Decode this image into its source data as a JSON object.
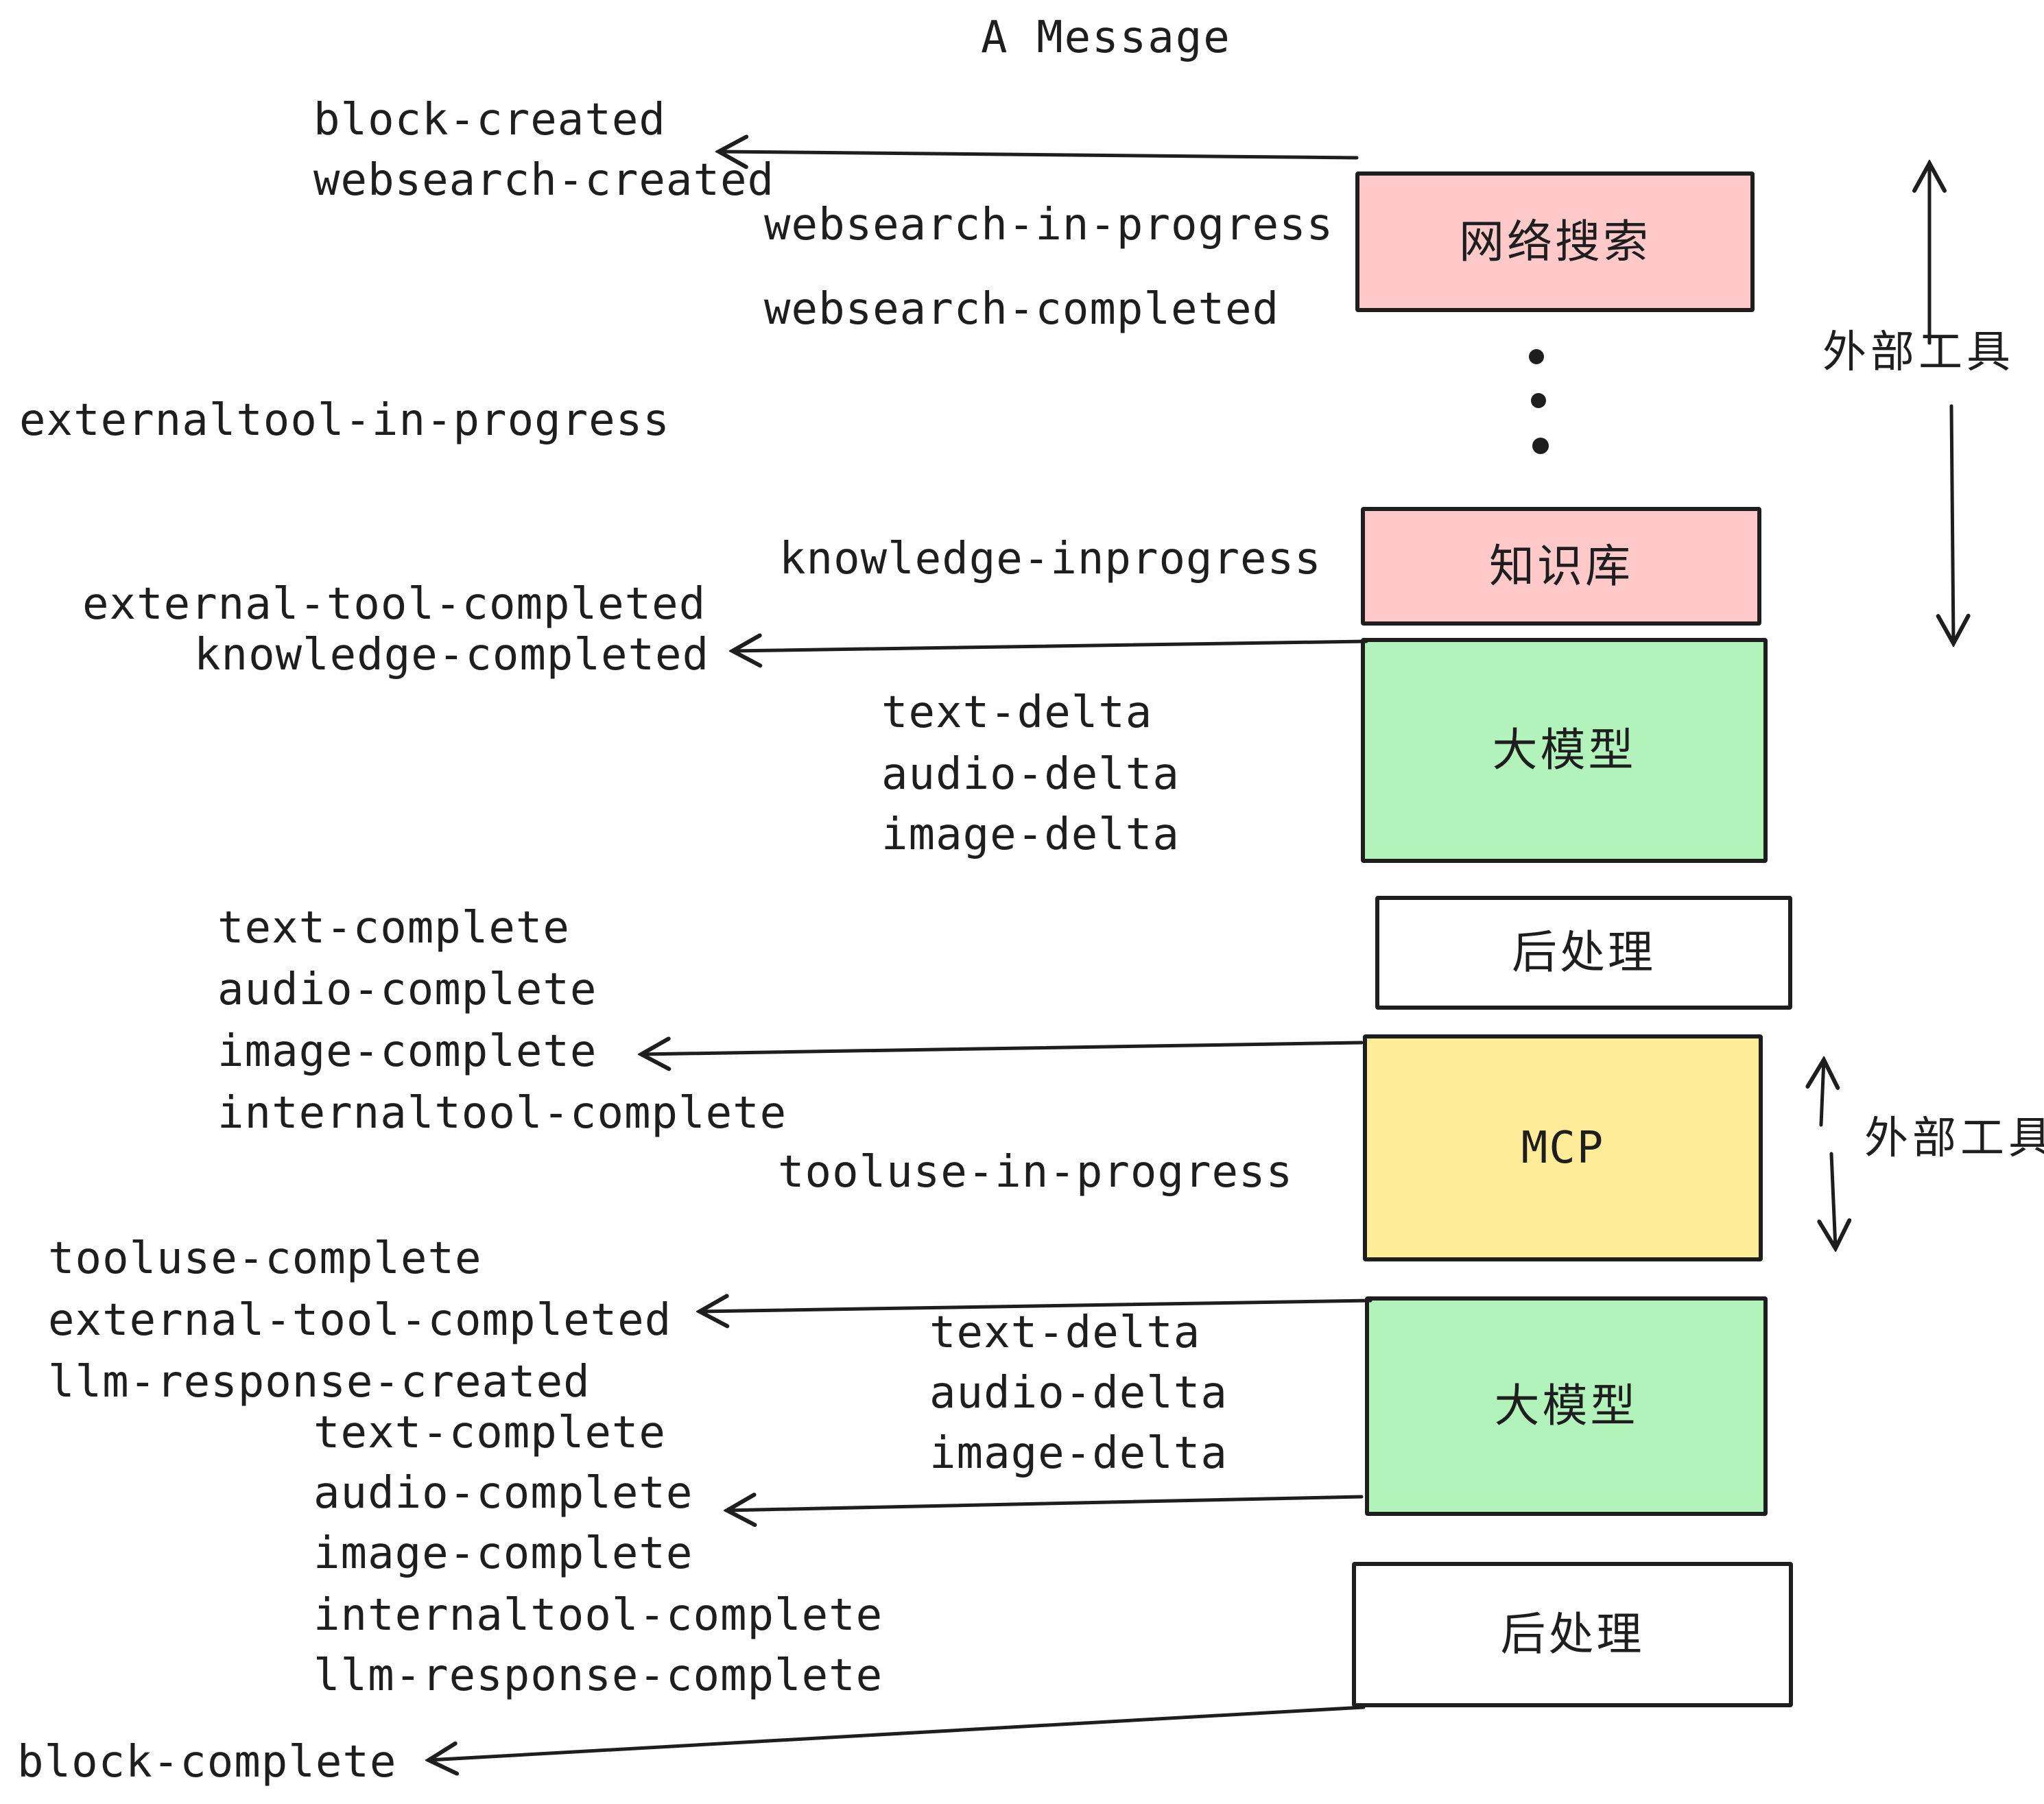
{
  "title": "A Message",
  "colors": {
    "pink": "#ffc9c9",
    "green": "#b2f2bb",
    "yellow": "#ffec99",
    "white": "#ffffff",
    "ink": "#1e1e1e",
    "bg": "#ffffff"
  },
  "boxes": {
    "websearch": "网络搜索",
    "knowledge": "知识库",
    "llm1": "大模型",
    "post1": "后处理",
    "mcp": "MCP",
    "llm2": "大模型",
    "post2": "后处理"
  },
  "side_labels": {
    "external_tools_top": "外部工具",
    "external_tools_mid": "外部工具"
  },
  "events": {
    "block_created": "block-created",
    "websearch_created": "websearch-created",
    "websearch_in_progress": "websearch-in-progress",
    "websearch_completed": "websearch-completed",
    "externaltool_in_progress": "externaltool-in-progress",
    "knowledge_inprogress": "knowledge-inprogress",
    "external_tool_completed": "external-tool-completed",
    "knowledge_completed": "knowledge-completed",
    "text_delta": "text-delta",
    "audio_delta": "audio-delta",
    "image_delta": "image-delta",
    "text_complete": "text-complete",
    "audio_complete": "audio-complete",
    "image_complete": "image-complete",
    "internaltool_complete": "internaltool-complete",
    "tooluse_in_progress": "tooluse-in-progress",
    "tooluse_complete": "tooluse-complete",
    "external_tool_completed_2": "external-tool-completed",
    "llm_response_created": "llm-response-created",
    "text_delta_2": "text-delta",
    "audio_delta_2": "audio-delta",
    "image_delta_2": "image-delta",
    "text_complete_2": "text-complete",
    "audio_complete_2": "audio-complete",
    "image_complete_2": "image-complete",
    "internaltool_complete_2": "internaltool-complete",
    "llm_response_complete": "llm-response-complete",
    "block_complete": "block-complete"
  }
}
